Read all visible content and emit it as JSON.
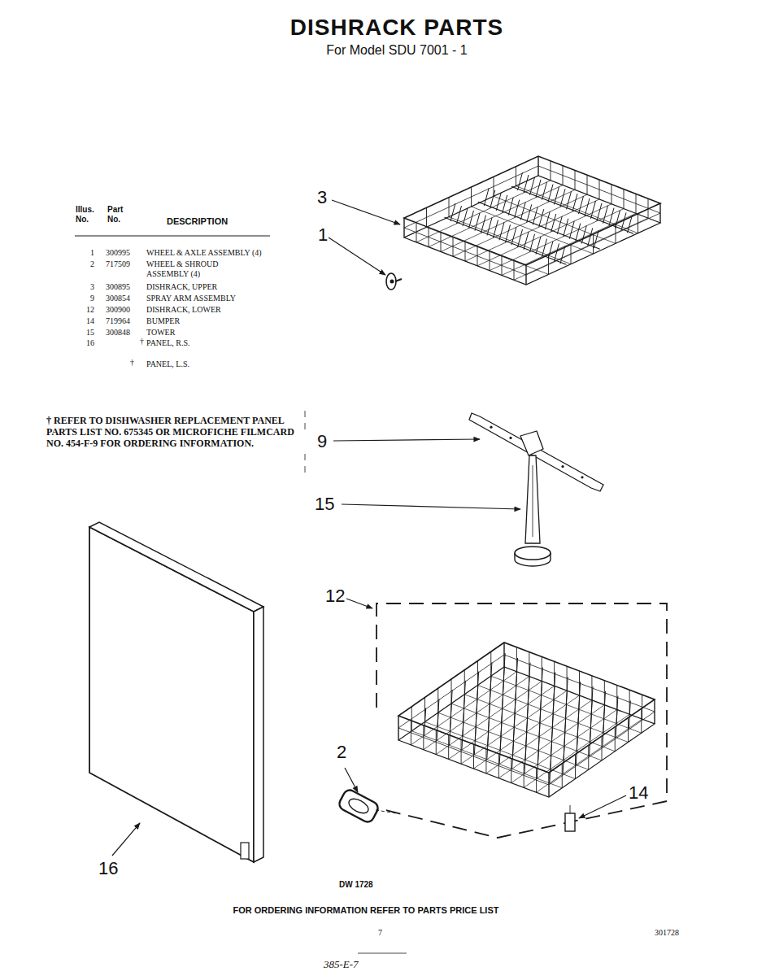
{
  "diagram": {
    "title": "DISHRACK PARTS",
    "labels": [
      "For Model SDU 7001 - 1",
      "Illus. No.",
      "Part No.",
      "DESCRIPTION",
      "1",
      "300995",
      "WHEEL & AXLE ASSEMBLY (4)",
      "2",
      "717509",
      "WHEEL & SHROUD ASSEMBLY (4)",
      "3",
      "300895",
      "DISHRACK, UPPER",
      "9",
      "300854",
      "SPRAY ARM ASSEMBLY",
      "12",
      "300900",
      "DISHRACK, LOWER",
      "14",
      "719964",
      "BUMPER",
      "15",
      "300848",
      "TOWER",
      "16",
      "†",
      "PANEL, R.S.",
      "†",
      "PANEL, L.S.",
      "† REFER TO DISHWASHER REPLACEMENT PANEL PARTS LIST NO. 675345 OR MICROFICHE FILMCARD NO. 454-F-9 FOR ORDERING INFORMATION.",
      "3",
      "1",
      "9",
      "15",
      "12",
      "2",
      "14",
      "16",
      "DW 1728",
      "FOR ORDERING INFORMATION REFER TO PARTS PRICE LIST",
      "7",
      "301728",
      "385-E-7"
    ]
  }
}
